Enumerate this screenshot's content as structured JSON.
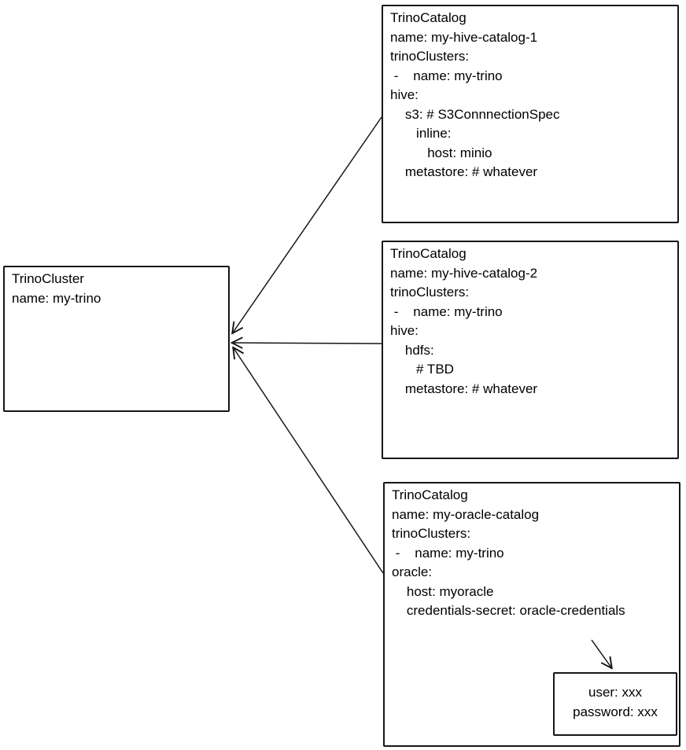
{
  "colors": {
    "stroke": "#161616",
    "text": "#000000",
    "background": "#ffffff"
  },
  "cluster_box": {
    "lines": [
      "TrinoCluster",
      "name: my-trino"
    ]
  },
  "catalog1_box": {
    "lines": [
      "TrinoCatalog",
      "name: my-hive-catalog-1",
      "trinoClusters:",
      " -    name: my-trino",
      "hive:",
      "    s3: # S3ConnnectionSpec",
      "       inline:",
      "          host: minio",
      "    metastore: # whatever"
    ]
  },
  "catalog2_box": {
    "lines": [
      "TrinoCatalog",
      "name: my-hive-catalog-2",
      "trinoClusters:",
      " -    name: my-trino",
      "hive:",
      "    hdfs:",
      "       # TBD",
      "    metastore: # whatever"
    ]
  },
  "catalog3_box": {
    "lines": [
      "TrinoCatalog",
      "name: my-oracle-catalog",
      "trinoClusters:",
      " -    name: my-trino",
      "oracle:",
      "    host: myoracle",
      "    credentials-secret: oracle-credentials"
    ]
  },
  "credentials_box": {
    "lines": [
      "user: xxx",
      "password: xxx"
    ]
  }
}
